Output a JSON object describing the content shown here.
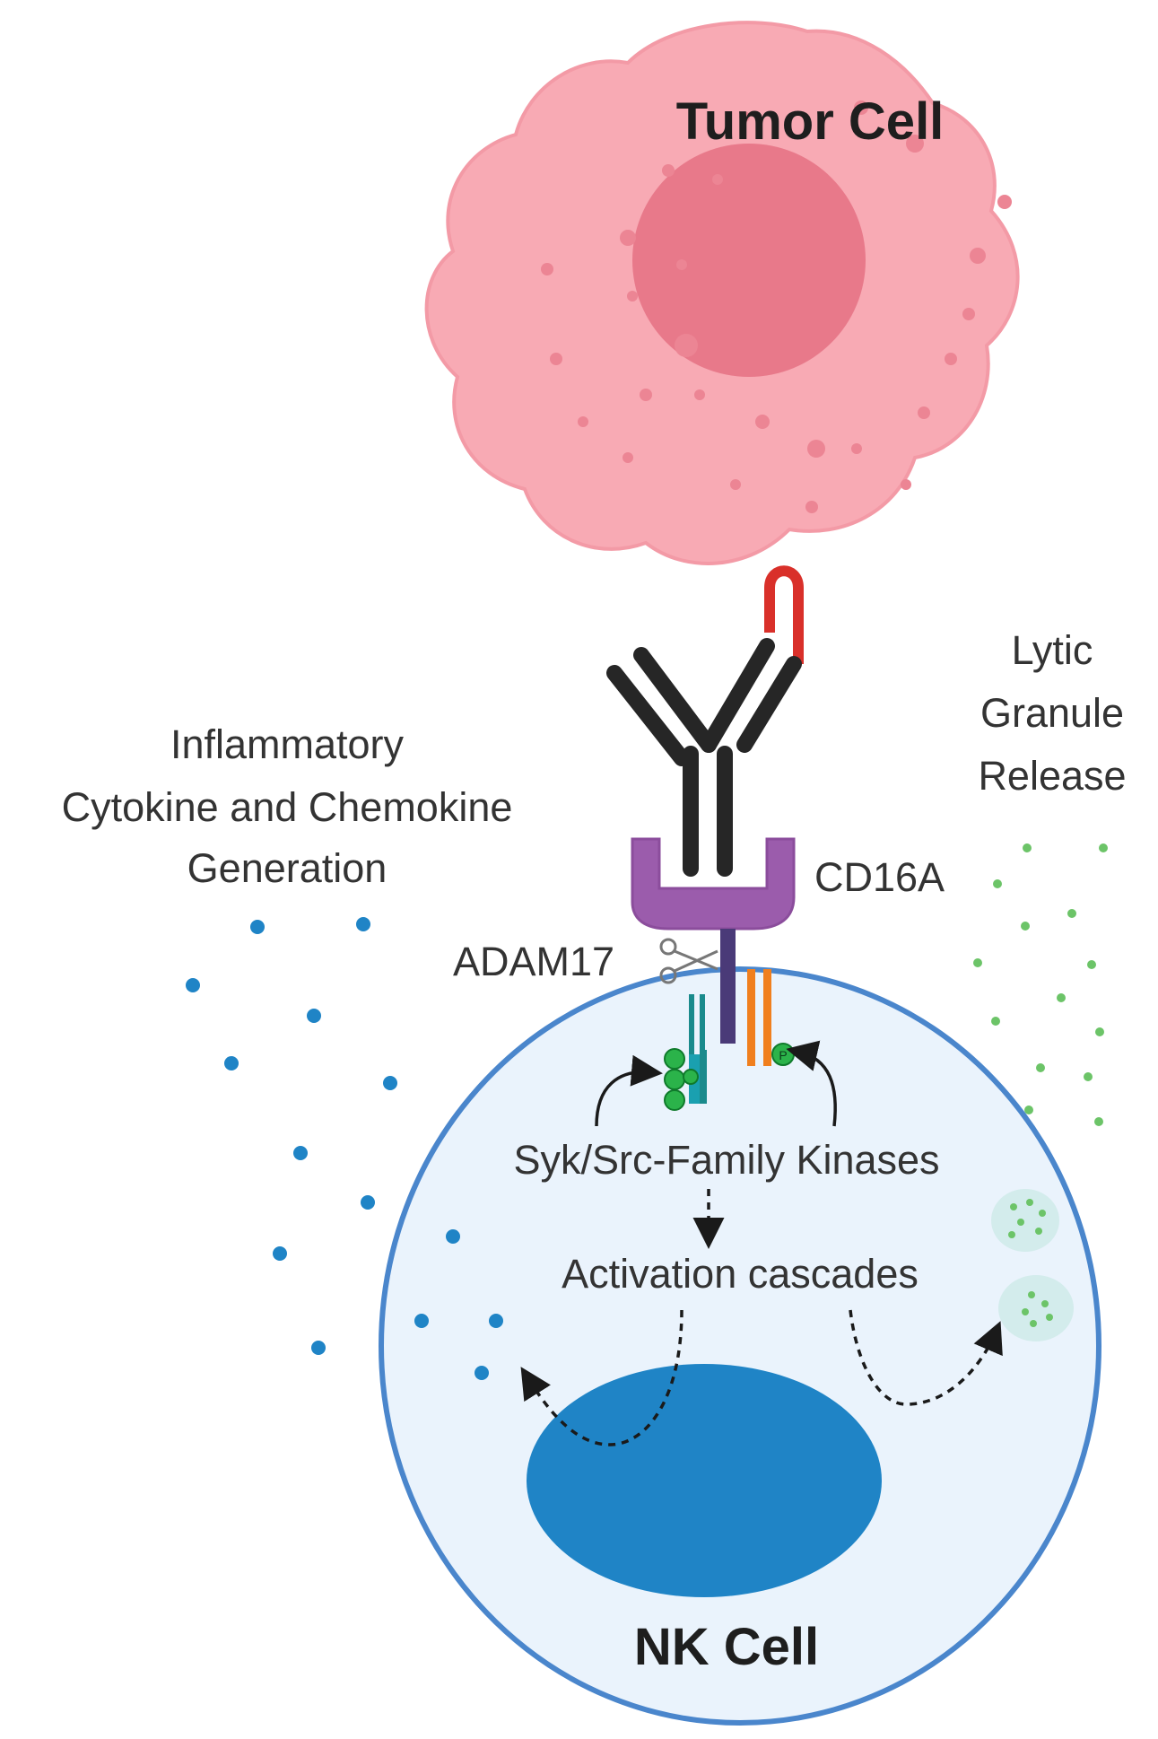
{
  "labels": {
    "tumor_cell": "Tumor Cell",
    "nk_cell": "NK Cell",
    "cd16a": "CD16A",
    "adam17": "ADAM17",
    "lytic": [
      "Lytic",
      "Granule",
      "Release"
    ],
    "inflammatory": [
      "Inflammatory",
      "Cytokine and Chemokine",
      "Generation"
    ],
    "kinases": "Syk/Src-Family Kinases",
    "activation": "Activation cascades",
    "phospho_mark": "P"
  },
  "colors": {
    "tumor_membrane": "#f8aab4",
    "tumor_nucleus": "#e8798a",
    "tumor_speckle": "#ec8594",
    "nk_membrane": "#4a86cc",
    "nk_cytoplasm": "#eaf3fc",
    "nk_nucleus": "#1f84c6",
    "antibody": "#262626",
    "antigen": "#d9302a",
    "cd16a_receptor": "#9b5cac",
    "itam_teal": "#1a8a8c",
    "itam_orange": "#f07f1e",
    "phospho_green": "#2bb34a",
    "cytokine_dots": "#1f84c6",
    "granule_dots": "#6cc468",
    "granule_vesicle": "#d3ecec",
    "arrows": "#1a1a1a"
  },
  "icons": {
    "adam17_cleavage": "scissors-icon"
  }
}
